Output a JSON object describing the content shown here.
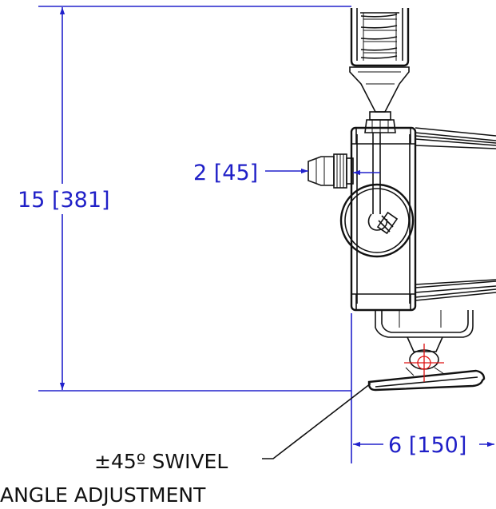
{
  "dimensions": {
    "height": "15 [381]",
    "knob_offset": "2 [45]",
    "depth": "6 [150]"
  },
  "notes": {
    "swivel_line1": "±45º SWIVEL",
    "swivel_line2": "ANGLE ADJUSTMENT"
  },
  "colors": {
    "dimension": "#2222cc",
    "linework": "#111111",
    "centerline": "#dd1111"
  }
}
